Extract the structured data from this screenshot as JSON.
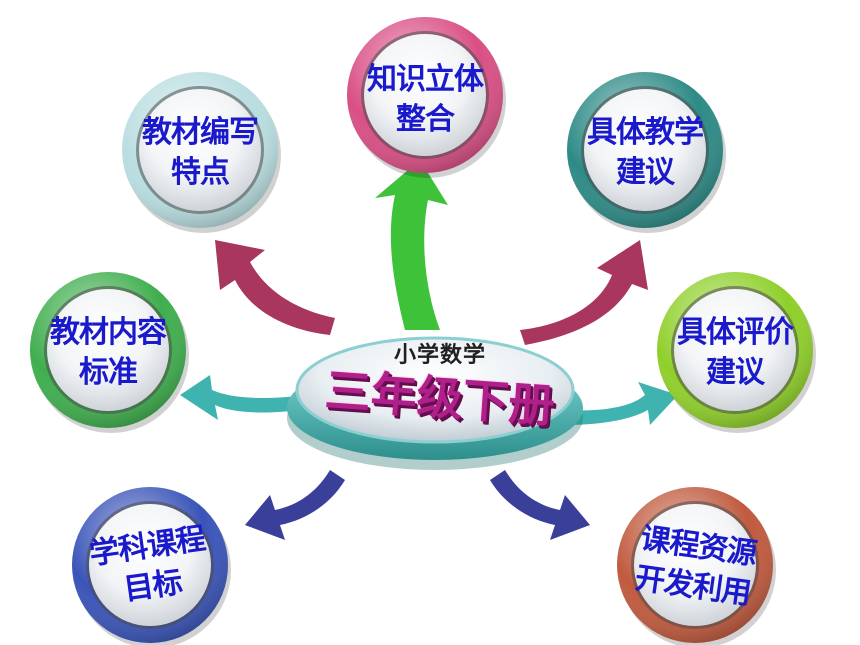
{
  "hub": {
    "subtitle": "小学数学",
    "title": "三年级下册"
  },
  "nodes": [
    {
      "key": "knowledge",
      "line1": "知识立体",
      "line2": "整合",
      "color": "#d94f85",
      "arrow": "#3ec23a"
    },
    {
      "key": "compile",
      "line1": "教材编写",
      "line2": "特点",
      "color": "#b9dde0",
      "arrow": "#a8365e"
    },
    {
      "key": "teaching",
      "line1": "具体教学",
      "line2": "建议",
      "color": "#2d8a86",
      "arrow": "#a8365e"
    },
    {
      "key": "content",
      "line1": "教材内容",
      "line2": "标准",
      "color": "#3fae4e",
      "arrow": "#3fb3b0"
    },
    {
      "key": "evaluation",
      "line1": "具体评价",
      "line2": "建议",
      "color": "#8fcf2a",
      "arrow": "#3fb3b0"
    },
    {
      "key": "goal",
      "line1": "学科课程",
      "line2": "目标",
      "color": "#3a54b8",
      "arrow": "#3a3f9a"
    },
    {
      "key": "resource",
      "line1": "课程资源",
      "line2": "开发利用",
      "color": "#c05a3e",
      "arrow": "#3a3f9a"
    }
  ]
}
